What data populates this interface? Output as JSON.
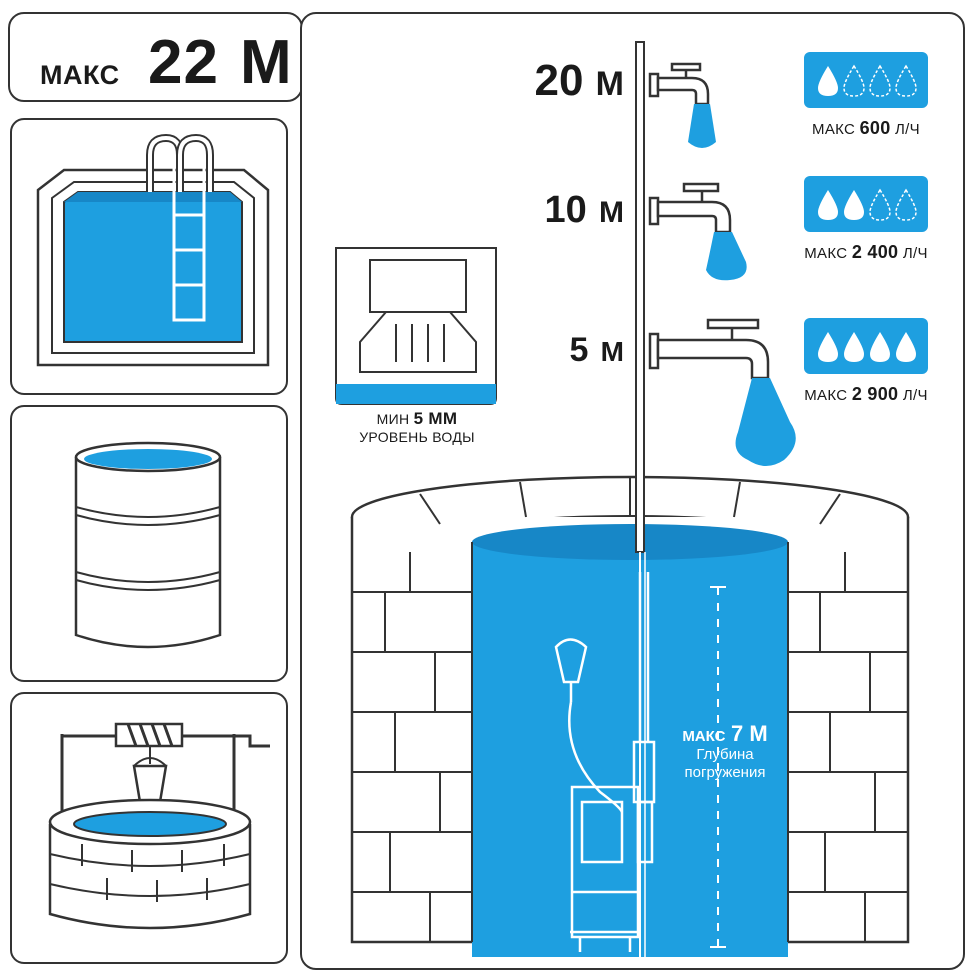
{
  "header": {
    "max_label": "МАКС",
    "max_value": "22",
    "max_unit": "М"
  },
  "heights": [
    {
      "value": "20",
      "unit": "М",
      "flow_prefix": "МАКС",
      "flow_value": "600",
      "flow_unit": "Л/Ч",
      "drops_filled": 1,
      "drops_total": 4
    },
    {
      "value": "10",
      "unit": "М",
      "flow_prefix": "МАКС",
      "flow_value": "2 400",
      "flow_unit": "Л/Ч",
      "drops_filled": 2,
      "drops_total": 4
    },
    {
      "value": "5",
      "unit": "М",
      "flow_prefix": "МАКС",
      "flow_value": "2 900",
      "flow_unit": "Л/Ч",
      "drops_filled": 4,
      "drops_total": 4
    }
  ],
  "min_level": {
    "prefix": "МИН",
    "value": "5 ММ",
    "caption": "УРОВЕНЬ ВОДЫ"
  },
  "depth": {
    "prefix": "МАКС",
    "value": "7 М",
    "caption_line1": "Глубина",
    "caption_line2": "погружения"
  },
  "colors": {
    "water": "#1e9fe0",
    "outline": "#333333",
    "water_dark": "#1787c7"
  },
  "icons": [
    "pool-icon",
    "barrel-icon",
    "well-icon",
    "faucet-icon",
    "water-drop-icon",
    "pump-icon",
    "brick-well-icon"
  ]
}
